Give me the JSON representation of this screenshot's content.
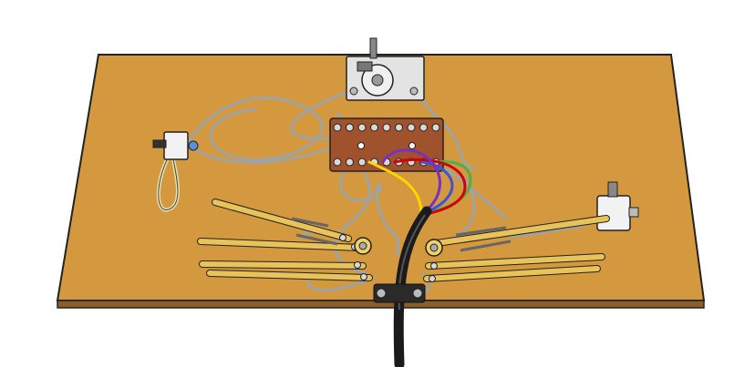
{
  "illustration": {
    "subject": "wiring-board-with-microswitches-terminal-strip-and-potentiometer",
    "text_labels": []
  },
  "colors": {
    "board": "#d4983f",
    "board_edge": "#7a5520",
    "terminal_strip": "#a0522d",
    "linkage": "#e8c35a",
    "grey_wire": "#9ea3a6",
    "cable": "#1b1b1b",
    "wire_red": "#d40000",
    "wire_purple": "#7b2fbf",
    "wire_yellow": "#ffd400",
    "wire_blue": "#3b55d9",
    "wire_green": "#4caf50",
    "metal": "#d8d8d8"
  },
  "parts": {
    "terminal_count_per_row": 9,
    "left_lever_count": 4,
    "right_lever_count": 3,
    "microswitch_count": 2,
    "potentiometer_count": 1,
    "cable_clamp_count": 1
  }
}
